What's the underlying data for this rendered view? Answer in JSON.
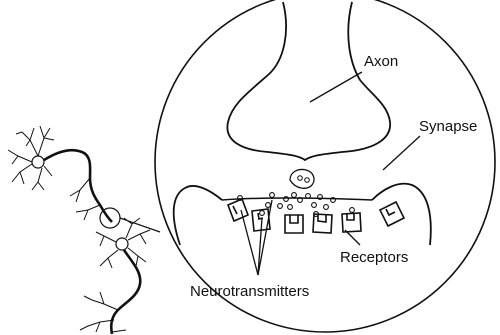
{
  "labels": {
    "axon": "Axon",
    "synapse": "Synapse",
    "receptors": "Receptors",
    "neurotransmitters": "Neurotransmitters"
  },
  "colors": {
    "ink": "#111111",
    "background": "#ffffff"
  }
}
